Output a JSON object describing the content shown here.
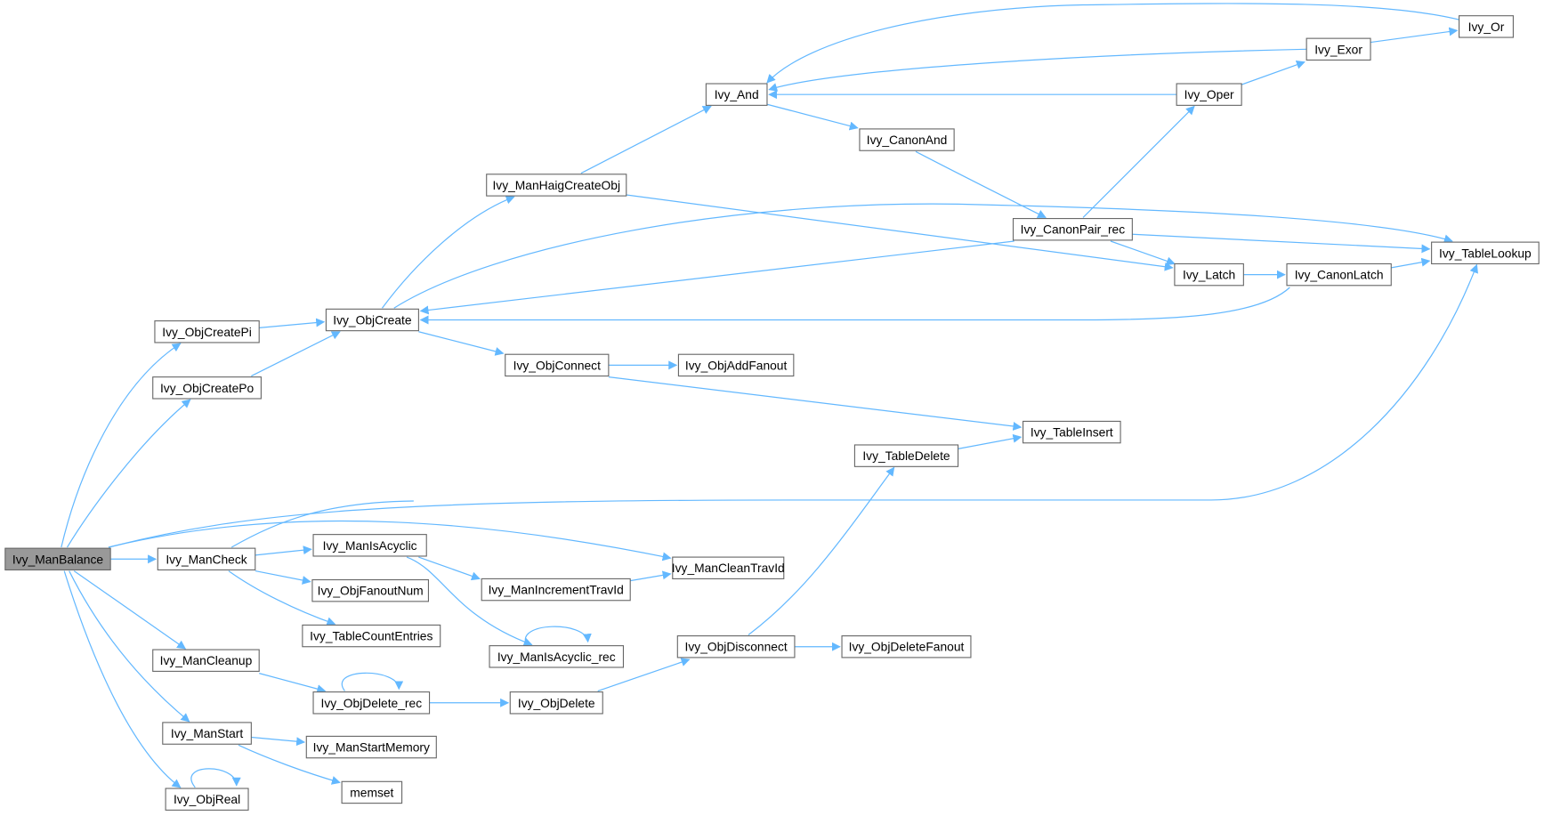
{
  "graph": {
    "root": "Ivy_ManBalance",
    "edge_color": "#63b8ff",
    "root_fill": "#999999",
    "nodes": [
      "Ivy_ManBalance",
      "Ivy_ObjCreatePi",
      "Ivy_ObjCreatePo",
      "Ivy_ObjCreate",
      "Ivy_ManHaigCreateObj",
      "Ivy_And",
      "Ivy_CanonAnd",
      "Ivy_CanonPair_rec",
      "Ivy_Oper",
      "Ivy_Exor",
      "Ivy_Or",
      "Ivy_TableLookup",
      "Ivy_Latch",
      "Ivy_CanonLatch",
      "Ivy_ObjConnect",
      "Ivy_ObjAddFanout",
      "Ivy_TableInsert",
      "Ivy_TableDelete",
      "Ivy_ManCheck",
      "Ivy_ManIsAcyclic",
      "Ivy_ObjFanoutNum",
      "Ivy_TableCountEntries",
      "Ivy_ManIncrementTravId",
      "Ivy_ManCleanTravId",
      "Ivy_ManIsAcyclic_rec",
      "Ivy_ObjDisconnect",
      "Ivy_ObjDeleteFanout",
      "Ivy_ManCleanup",
      "Ivy_ObjDelete_rec",
      "Ivy_ObjDelete",
      "Ivy_ManStart",
      "Ivy_ManStartMemory",
      "memset",
      "Ivy_ObjReal"
    ]
  }
}
